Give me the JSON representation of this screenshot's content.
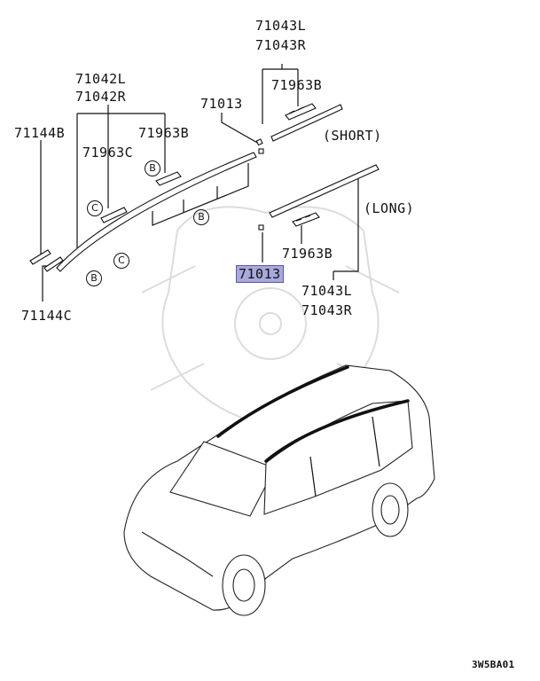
{
  "labels": {
    "p71043L_top": "71043L",
    "p71043R_top": "71043R",
    "p71963B_top": "71963B",
    "p71042L": "71042L",
    "p71042R": "71042R",
    "p71013_top": "71013",
    "p71144B": "71144B",
    "p71963C": "71963C",
    "p71963B_mid": "71963B",
    "short": "(SHORT)",
    "long": "(LONG)",
    "p71963B_right": "71963B",
    "p71013_hl": "71013",
    "p71043L_bot": "71043L",
    "p71043R_bot": "71043R",
    "p71144C": "71144C"
  },
  "callouts": {
    "b1": "B",
    "c1": "C",
    "b2": "B",
    "c2": "C",
    "b3": "B"
  },
  "diagram_code": "3W5BA01",
  "colors": {
    "highlight": "#a8a8dc"
  }
}
